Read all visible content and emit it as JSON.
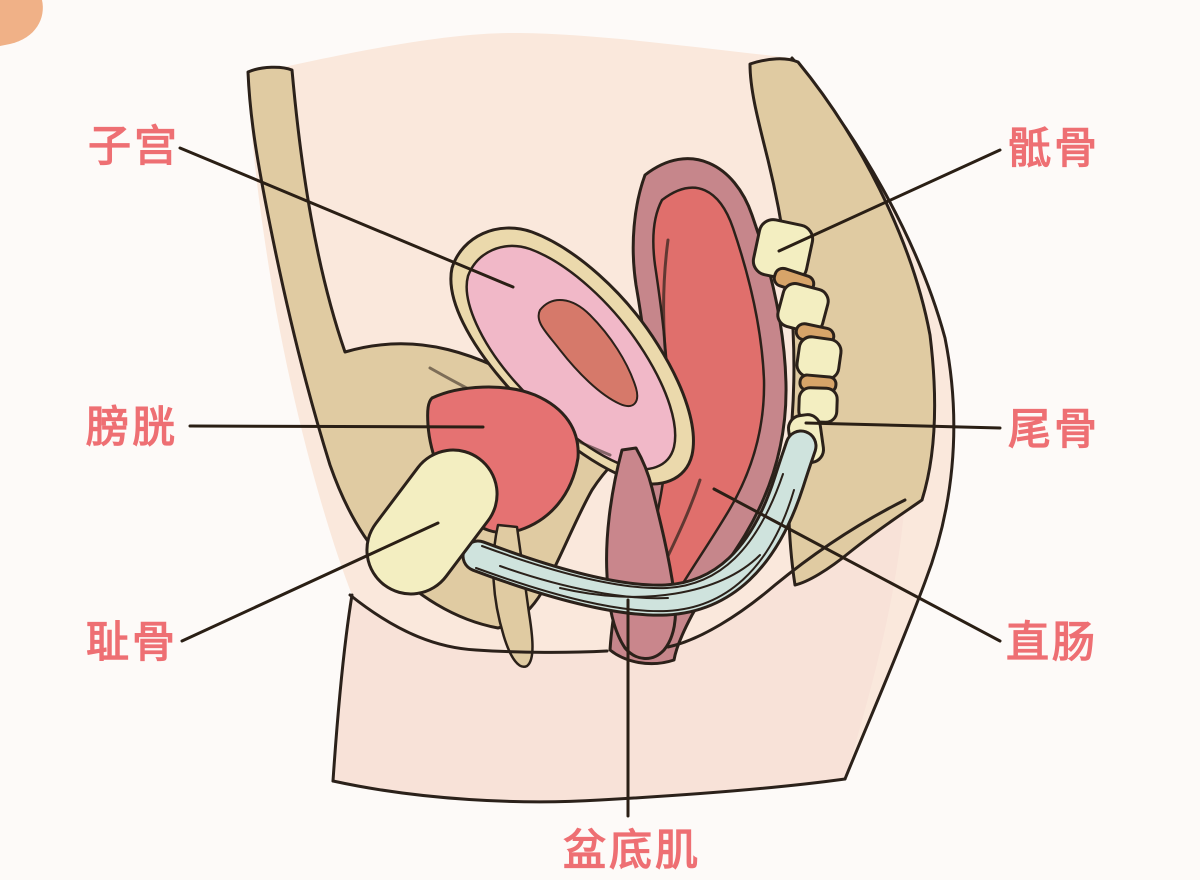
{
  "figure": {
    "type": "anatomy-diagram",
    "labels": {
      "uterus": "子宫",
      "bladder": "膀胱",
      "pubic_bone": "耻骨",
      "sacrum": "骶骨",
      "coccyx": "尾骨",
      "rectum": "直肠",
      "pelvic_floor": "盆底肌"
    },
    "colors": {
      "bg": "#FDFAF8",
      "label": "#EE6F73",
      "line": "#2A1F15",
      "outline": "#2B211A",
      "skin": "#FAE8DC",
      "skin-lower": "#F8E2D8",
      "tan": "#E0CBA2",
      "bone": "#F3EEC1",
      "disc": "#D7A469",
      "bladder": "#E57272",
      "uterus-wall": "#EBD9AC",
      "uterus": "#F1B8C8",
      "uterus-cavity": "#D6796A",
      "rectum-wall": "#C6868B",
      "rectum": "#E06F6C",
      "vagina": "#C9868C",
      "muscle": "#CFE3DD",
      "blob": "#F0B187"
    }
  }
}
